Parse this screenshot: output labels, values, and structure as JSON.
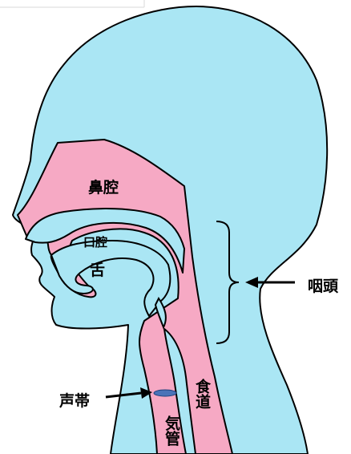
{
  "labels": {
    "nasal_cavity": "鼻腔",
    "oral_cavity": "口腔",
    "tongue": "舌",
    "pharynx": "咽頭",
    "vocal_cords": "声帯",
    "esophagus": "食道",
    "trachea": "気管"
  },
  "colors": {
    "head_fill": "#aae6f4",
    "airway_fill": "#f6a9c4",
    "outline": "#000000",
    "vocal_cord_fill": "#4a73b8"
  }
}
